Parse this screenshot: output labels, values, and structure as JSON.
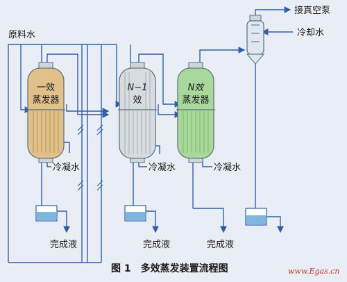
{
  "labels": {
    "feed_water": "原料水",
    "vacuum_pump": "接真空泵",
    "cooling_water_in": "冷却水",
    "cooling_water_out": "冷凝水",
    "product": "完成液"
  },
  "evaporators": [
    {
      "line1": "一效",
      "line2": "蒸发器",
      "color": "#e2c08a"
    },
    {
      "line1": "N−1",
      "line2": "效",
      "color": "#d6dcdf"
    },
    {
      "line1": "N效",
      "line2": "蒸发器",
      "color": "#a9d99a"
    }
  ],
  "caption": "图 1　多效蒸发装置流程图",
  "watermark": "www.Egas.cn",
  "colors": {
    "pipe": "#2f5fa8",
    "background": "#e8eef3",
    "tank_water": "#7fb6e0"
  }
}
